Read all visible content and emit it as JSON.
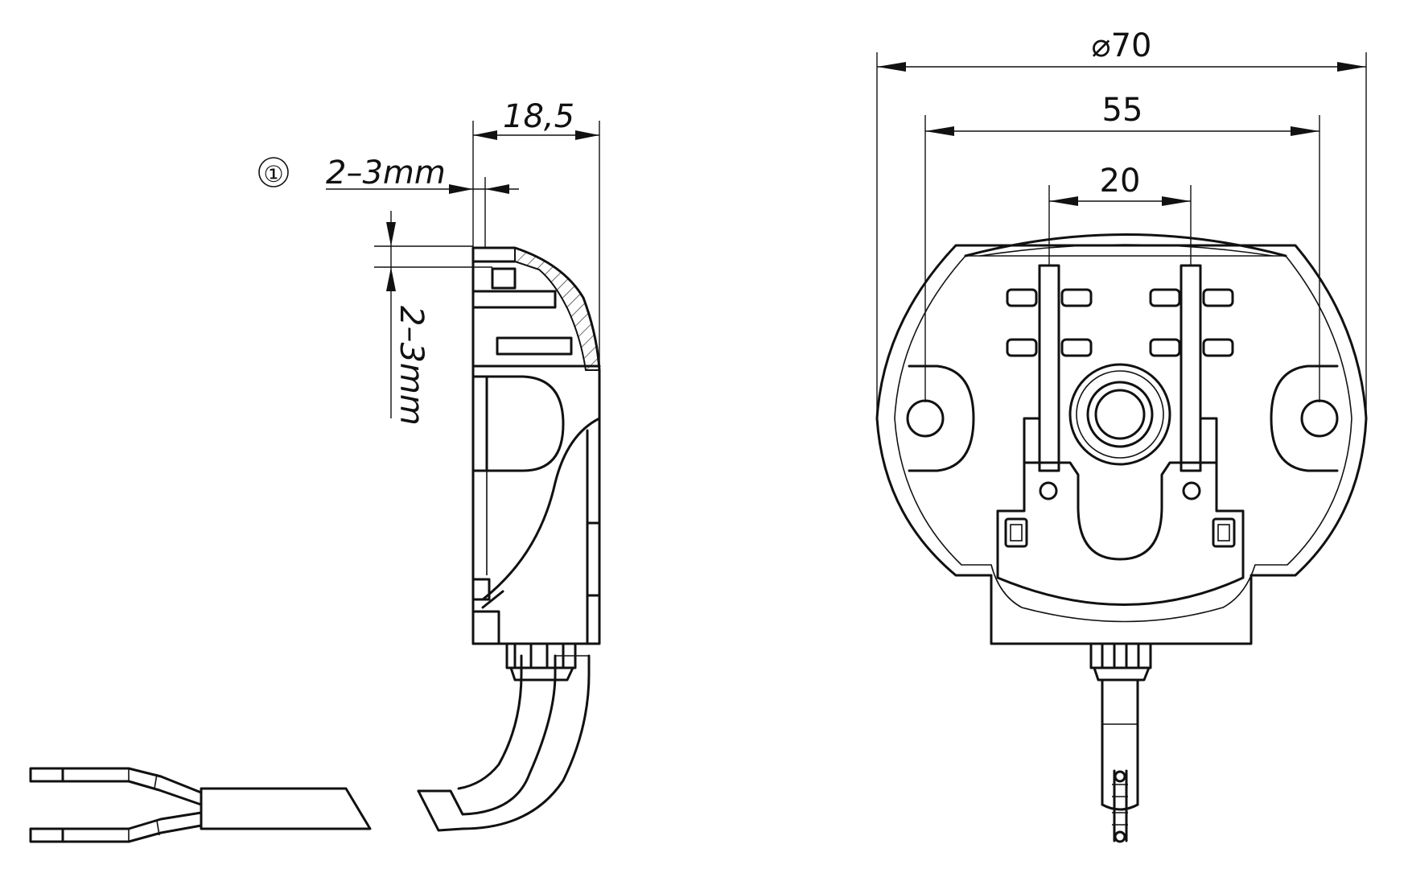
{
  "callout": {
    "number": "①"
  },
  "side_view": {
    "dim_depth": "18,5",
    "dim_horizontal_gap": "2–3mm",
    "dim_vertical_gap": "2–3mm"
  },
  "front_view": {
    "dim_outer_diameter": "⌀70",
    "dim_hole_spacing": "55",
    "dim_pin_spacing": "20"
  }
}
